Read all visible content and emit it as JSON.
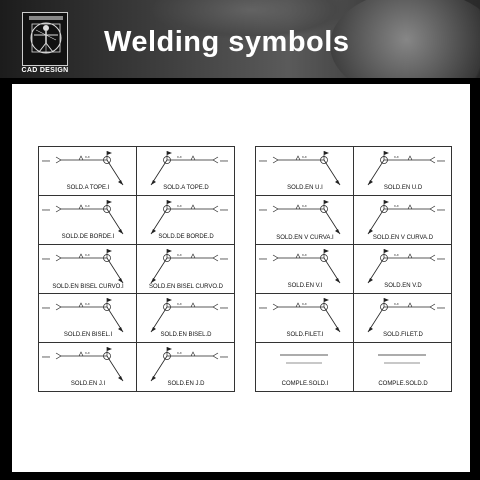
{
  "header": {
    "title": "Welding symbols",
    "logo_text": "CAD DESIGN"
  },
  "left_table": {
    "rows": [
      [
        {
          "label": "SOLD.A TOPE.I",
          "kind": "left"
        },
        {
          "label": "SOLD.A TOPE.D",
          "kind": "right"
        }
      ],
      [
        {
          "label": "SOLD.DE BORDE.I",
          "kind": "left"
        },
        {
          "label": "SOLD.DE BORDE.D",
          "kind": "right"
        }
      ],
      [
        {
          "label": "SOLD.EN BISEL CURVO.I",
          "kind": "left"
        },
        {
          "label": "SOLD.EN BISEL CURVO.D",
          "kind": "right"
        }
      ],
      [
        {
          "label": "SOLD.EN BISEL.I",
          "kind": "left"
        },
        {
          "label": "SOLD.EN BISEL.D",
          "kind": "right"
        }
      ],
      [
        {
          "label": "SOLD.EN J.I",
          "kind": "left"
        },
        {
          "label": "SOLD.EN J.D",
          "kind": "right"
        }
      ]
    ]
  },
  "right_table": {
    "rows": [
      [
        {
          "label": "SOLD.EN U.I",
          "kind": "left"
        },
        {
          "label": "SOLD.EN U.D",
          "kind": "right"
        }
      ],
      [
        {
          "label": "SOLD.EN V CURVA.I",
          "kind": "left"
        },
        {
          "label": "SOLD.EN V CURVA.D",
          "kind": "right"
        }
      ],
      [
        {
          "label": "SOLD.EN V.I",
          "kind": "left"
        },
        {
          "label": "SOLD.EN V.D",
          "kind": "right"
        }
      ],
      [
        {
          "label": "SOLD.FILET.I",
          "kind": "left"
        },
        {
          "label": "SOLD.FILET.D",
          "kind": "right"
        }
      ],
      [
        {
          "label": "COMPLE.SOLD.I",
          "kind": "plain"
        },
        {
          "label": "COMPLE.SOLD.D",
          "kind": "plain"
        }
      ]
    ]
  },
  "symbol_text": {
    "tail": "xxxx",
    "dim": "x-x",
    "dim_full": "x|x-x"
  }
}
